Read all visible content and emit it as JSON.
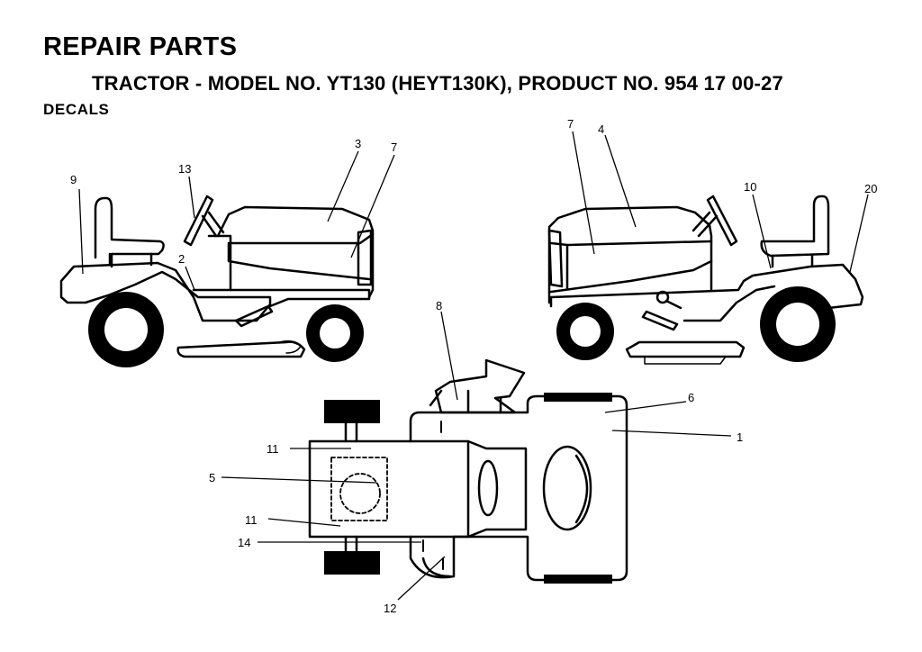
{
  "header": {
    "title": "REPAIR PARTS",
    "subtitle": "TRACTOR - MODEL NO. YT130 (HEYT130K), PRODUCT NO. 954 17 00-27",
    "section": "DECALS"
  },
  "callouts": {
    "c1": "1",
    "c2": "2",
    "c3": "3",
    "c4": "4",
    "c5": "5",
    "c6": "6",
    "c7_left": "7",
    "c7_right": "7",
    "c8": "8",
    "c9": "9",
    "c10": "10",
    "c11_upper": "11",
    "c11_lower": "11",
    "c12": "12",
    "c13": "13",
    "c14": "14",
    "c20": "20"
  },
  "views": [
    "left-side-view",
    "right-side-view",
    "top-view"
  ]
}
